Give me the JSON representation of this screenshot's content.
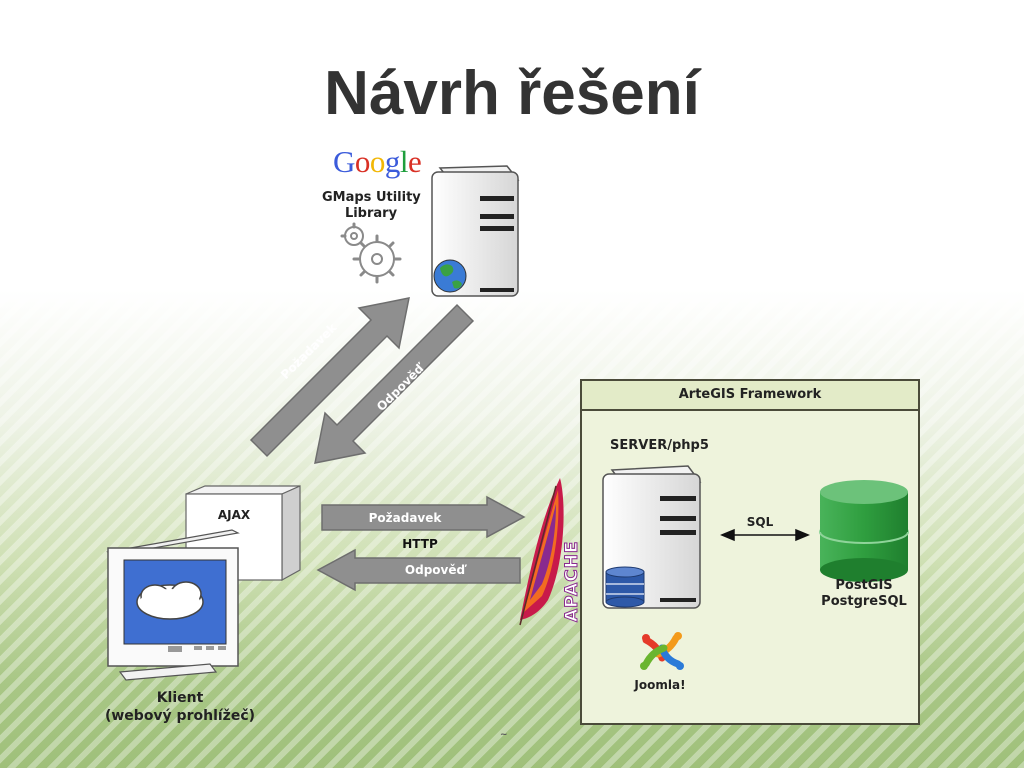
{
  "slide": {
    "title": "Návrh řešení"
  },
  "google": {
    "logo_text": "Google",
    "letters": [
      "G",
      "o",
      "o",
      "g",
      "l",
      "e"
    ],
    "letter_colors": [
      "#3b5bdb",
      "#d93025",
      "#f2b705",
      "#3b5bdb",
      "#1e9e3c",
      "#d93025"
    ],
    "library_line1": "GMaps Utility",
    "library_line2": "Library"
  },
  "arrows": {
    "top_request": "Požadavek",
    "top_response": "Odpověď",
    "mid_request": "Požadavek",
    "mid_protocol": "HTTP",
    "mid_response": "Odpověď"
  },
  "client": {
    "ajax_label": "AJAX",
    "line1": "Klient",
    "line2": "(webový prohlížeč)"
  },
  "apache": {
    "text": "APACHE"
  },
  "framework": {
    "title": "ArteGIS Framework",
    "server_label": "SERVER/php5",
    "sql_label": "SQL",
    "db_line1": "PostGIS",
    "db_line2": "PostgreSQL",
    "cms_label": "Joomla!"
  },
  "footer": {
    "mark": "~"
  },
  "colors": {
    "arrow_fill": "#8f8f8f",
    "db_green": "#2f9e3f",
    "frame_bg": "#eef3dc",
    "monitor_screen": "#3f6fd1"
  }
}
